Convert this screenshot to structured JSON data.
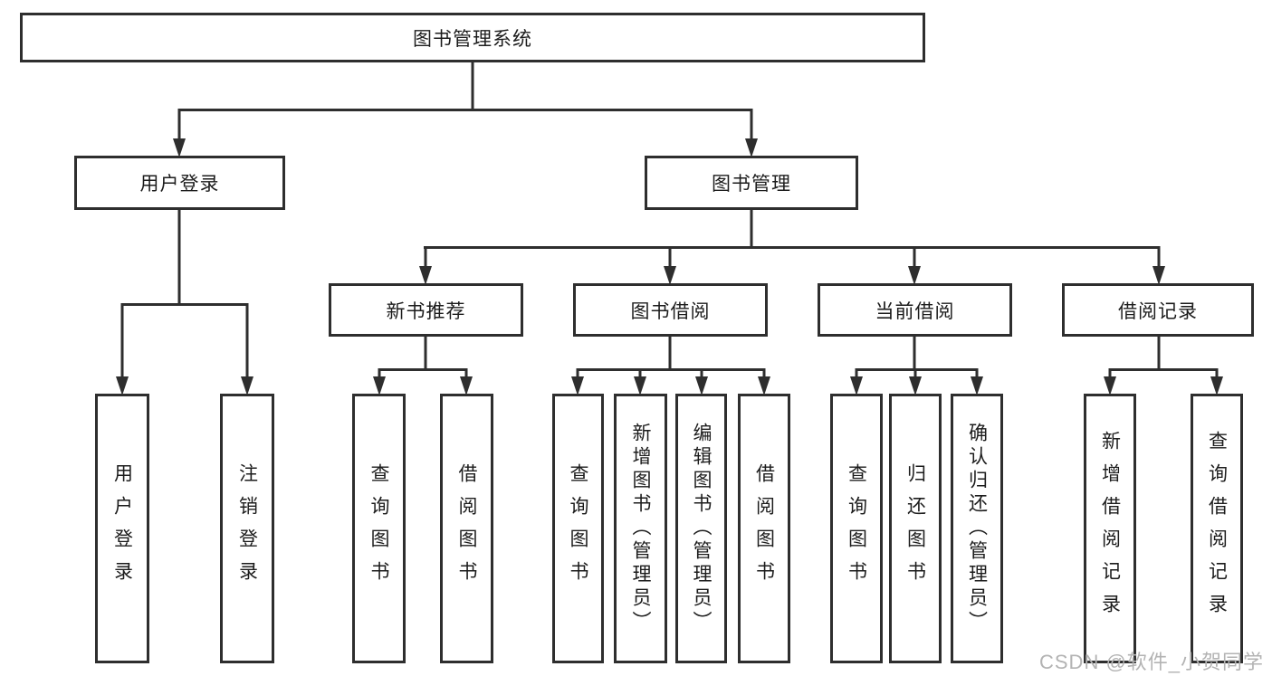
{
  "title": "图书管理系统",
  "watermark": "CSDN @软件_小贺同学",
  "tree": {
    "user_login": {
      "label": "用户登录",
      "children": [
        "用户登录",
        "注销登录"
      ]
    },
    "book_mgmt": {
      "label": "图书管理",
      "sections": {
        "new_book": {
          "label": "新书推荐",
          "children": [
            "查询图书",
            "借阅图书"
          ]
        },
        "borrow": {
          "label": "图书借阅",
          "children": [
            "查询图书",
            "新增图书（管理员）",
            "编辑图书（管理员）",
            "借阅图书"
          ]
        },
        "current": {
          "label": "当前借阅",
          "children": [
            "查询图书",
            "归还图书",
            "确认归还（管理员）"
          ]
        },
        "records": {
          "label": "借阅记录",
          "children": [
            "新增借阅记录",
            "查询借阅记录"
          ]
        }
      }
    }
  },
  "colors": {
    "line": "#2e2e2e",
    "node_border": "#2e2e2e",
    "text": "#1c1c1c",
    "watermark": "#b3b3b3",
    "background": "#ffffff"
  }
}
